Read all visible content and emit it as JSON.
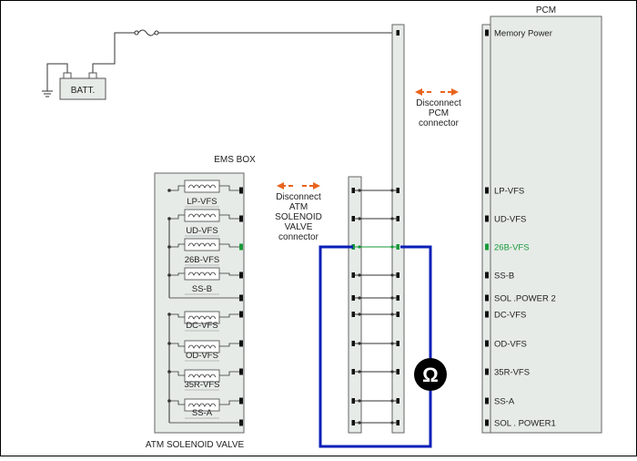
{
  "frame": {
    "border_color": "#000000"
  },
  "battery": {
    "label": "BATT."
  },
  "pcm": {
    "title": "PCM",
    "pins": [
      {
        "label": "Memory Power",
        "highlight": false
      },
      {
        "label": "LP-VFS",
        "highlight": false
      },
      {
        "label": "UD-VFS",
        "highlight": false
      },
      {
        "label": "26B-VFS",
        "highlight": true
      },
      {
        "label": "SS-B",
        "highlight": false
      },
      {
        "label": "SOL .POWER 2",
        "highlight": false
      },
      {
        "label": "DC-VFS",
        "highlight": false
      },
      {
        "label": "OD-VFS",
        "highlight": false
      },
      {
        "label": "35R-VFS",
        "highlight": false
      },
      {
        "label": "SS-A",
        "highlight": false
      },
      {
        "label": "SOL . POWER1",
        "highlight": false
      }
    ]
  },
  "ems_box": {
    "title": "EMS BOX",
    "caption": "ATM SOLENOID VALVE",
    "solenoids": [
      "LP-VFS",
      "UD-VFS",
      "26B-VFS",
      "SS-B",
      "DC-VFS",
      "OD-VFS",
      "35R-VFS",
      "SS-A"
    ]
  },
  "callouts": {
    "pcm_connector": [
      "Disconnect",
      "PCM",
      "connector"
    ],
    "atm_connector": [
      "Disconnect",
      "ATM",
      "SOLENOID",
      "VALVE",
      "connector"
    ]
  },
  "meter": {
    "symbol": "Ω"
  },
  "colors": {
    "probe_wire": "#0a1fb8",
    "highlight_pin": "#1a9a3a",
    "arrow": "#e8641e",
    "box_fill": "#e6ebe8",
    "box_stroke": "#666666",
    "wire": "#333333"
  }
}
